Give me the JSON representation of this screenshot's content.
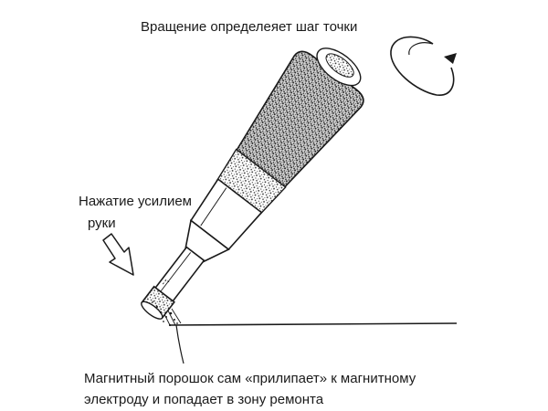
{
  "captions": {
    "rotation": "Вращение определеяет шаг точки",
    "pressure_line1": "Нажатие усилием",
    "pressure_line2": "руки",
    "powder_line1": "Магнитный порошок сам «прилипает» к магнитному",
    "powder_line2": "электроду и попадает в зону ремонта"
  },
  "colors": {
    "ink": "#1a1a1a",
    "background": "#ffffff",
    "grain": "#2a2a2a"
  },
  "icons": {
    "rotation": "rotation-arrow-icon",
    "pressure": "pressure-arrow-icon"
  }
}
